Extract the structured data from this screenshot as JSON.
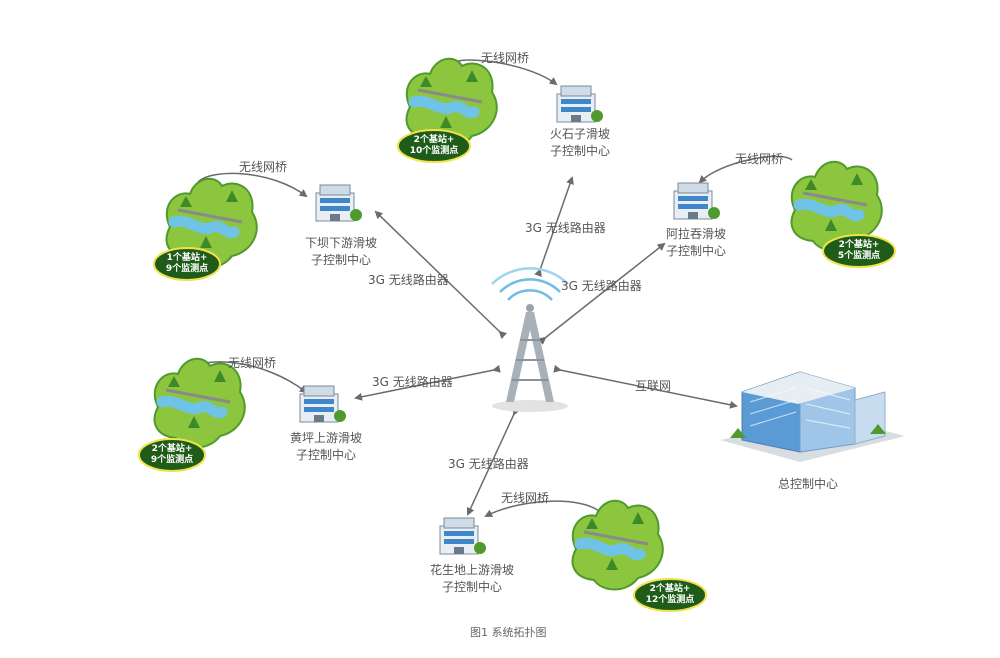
{
  "caption": "图1  系统拓扑图",
  "hub": {
    "icon": "radio-tower-icon"
  },
  "main_center": {
    "label": "总控制中心",
    "link_label": "互联网",
    "icon": "office-tower-icon"
  },
  "sites": [
    {
      "id": "huoshizi",
      "center_line1": "火石子滑坡",
      "center_line2": "子控制中心",
      "bridge_label": "无线网桥",
      "router_label": "3G 无线路由器",
      "badge_line1": "2个基站+",
      "badge_line2": "10个监测点"
    },
    {
      "id": "xiaba",
      "center_line1": "下坝下游滑坡",
      "center_line2": "子控制中心",
      "bridge_label": "无线网桥",
      "router_label": "3G 无线路由器",
      "badge_line1": "1个基站+",
      "badge_line2": "9个监测点"
    },
    {
      "id": "alatun",
      "center_line1": "阿拉吞滑坡",
      "center_line2": "子控制中心",
      "bridge_label": "无线网桥",
      "router_label": "3G 无线路由器",
      "badge_line1": "2个基站+",
      "badge_line2": "5个监测点"
    },
    {
      "id": "huangping",
      "center_line1": "黄坪上游滑坡",
      "center_line2": "子控制中心",
      "bridge_label": "无线网桥",
      "router_label": "3G 无线路由器",
      "badge_line1": "2个基站+",
      "badge_line2": "9个监测点"
    },
    {
      "id": "huashengdi",
      "center_line1": "花生地上游滑坡",
      "center_line2": "子控制中心",
      "bridge_label": "无线网桥",
      "router_label": "3G 无线路由器",
      "badge_line1": "2个基站+",
      "badge_line2": "12个监测点"
    }
  ],
  "colors": {
    "arrow": "#6b6b6b",
    "terrain": "#8cc63f",
    "terrain_dark": "#4f9a2c",
    "river": "#6fc3e6",
    "badge": "#1f5c1a",
    "badge_border": "#f1e24a"
  }
}
